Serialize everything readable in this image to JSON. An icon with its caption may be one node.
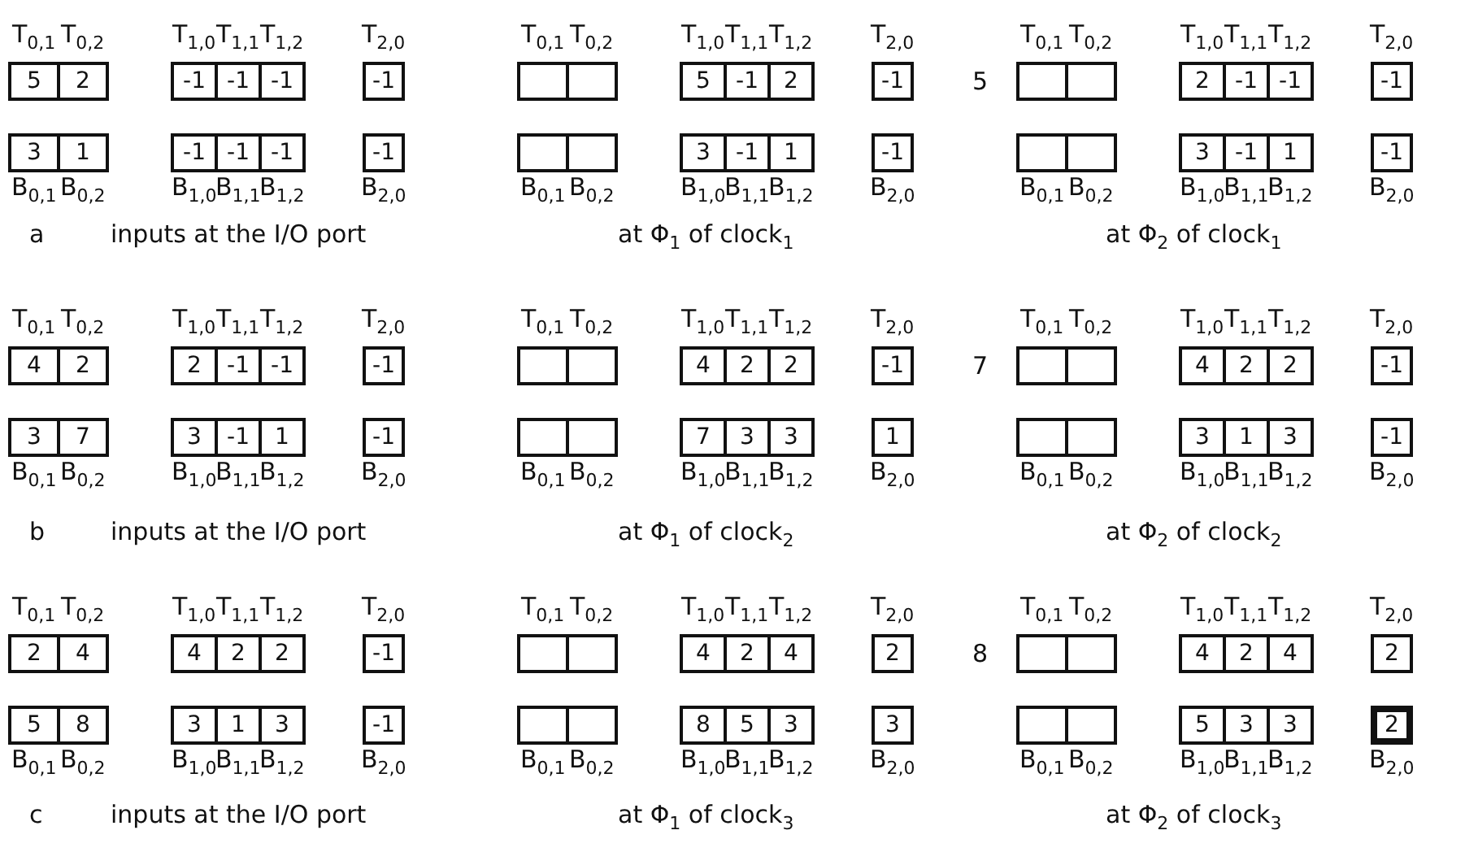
{
  "diagram": {
    "nodes": [
      {
        "text": [
          "5"
        ]
      },
      {
        "text": [
          "2"
        ]
      },
      {
        "text": [
          "-1"
        ]
      },
      {
        "text": [
          "-1"
        ]
      },
      {
        "text": [
          "-1"
        ]
      },
      {
        "text": [
          "-1"
        ]
      },
      {
        "text": [
          "3"
        ]
      },
      {
        "text": [
          "1"
        ]
      },
      {
        "text": [
          "-1"
        ]
      },
      {
        "text": [
          "-1"
        ]
      },
      {
        "text": [
          "-1"
        ]
      },
      {
        "text": [
          "-1"
        ]
      },
      {
        "text": [],
        "shape": "box"
      },
      {
        "text": [],
        "shape": "box"
      },
      {
        "text": [
          "5"
        ]
      },
      {
        "text": [
          "-1"
        ]
      },
      {
        "text": [
          "2"
        ]
      },
      {
        "text": [
          "-1"
        ]
      },
      {
        "text": [],
        "shape": "box"
      },
      {
        "text": [],
        "shape": "box"
      },
      {
        "text": [
          "3"
        ]
      },
      {
        "text": [
          "-1"
        ]
      },
      {
        "text": [
          "1"
        ]
      },
      {
        "text": [
          "-1"
        ]
      },
      {
        "text": [],
        "shape": "box"
      },
      {
        "text": [],
        "shape": "box"
      },
      {
        "text": [
          "2"
        ]
      },
      {
        "text": [
          "-1"
        ]
      },
      {
        "text": [
          "-1"
        ]
      },
      {
        "text": [
          "-1"
        ]
      },
      {
        "text": [],
        "shape": "box"
      },
      {
        "text": [],
        "shape": "box"
      },
      {
        "text": [
          "3"
        ]
      },
      {
        "text": [
          "-1"
        ]
      },
      {
        "text": [
          "1"
        ]
      },
      {
        "text": [
          "-1"
        ]
      },
      {
        "text": [
          "4"
        ]
      },
      {
        "text": [
          "2"
        ]
      },
      {
        "text": [
          "2"
        ]
      },
      {
        "text": [
          "-1"
        ]
      },
      {
        "text": [
          "-1"
        ]
      },
      {
        "text": [
          "-1"
        ]
      },
      {
        "text": [
          "3"
        ]
      },
      {
        "text": [
          "7"
        ]
      },
      {
        "text": [
          "3"
        ]
      },
      {
        "text": [
          "-1"
        ]
      },
      {
        "text": [
          "1"
        ]
      },
      {
        "text": [
          "-1"
        ]
      },
      {
        "text": [],
        "shape": "box"
      },
      {
        "text": [],
        "shape": "box"
      },
      {
        "text": [
          "4"
        ]
      },
      {
        "text": [
          "2"
        ]
      },
      {
        "text": [
          "2"
        ]
      },
      {
        "text": [
          "-1"
        ]
      },
      {
        "text": [],
        "shape": "box"
      },
      {
        "text": [],
        "shape": "box"
      },
      {
        "text": [
          "7"
        ]
      },
      {
        "text": [
          "3"
        ]
      },
      {
        "text": [
          "3"
        ]
      },
      {
        "text": [
          "1"
        ]
      },
      {
        "text": [],
        "shape": "box"
      },
      {
        "text": [],
        "shape": "box"
      },
      {
        "text": [
          "4"
        ]
      },
      {
        "text": [
          "2"
        ]
      },
      {
        "text": [
          "2"
        ]
      },
      {
        "text": [
          "-1"
        ]
      },
      {
        "text": [],
        "shape": "box"
      },
      {
        "text": [],
        "shape": "box"
      },
      {
        "text": [
          "3"
        ]
      },
      {
        "text": [
          "1"
        ]
      },
      {
        "text": [
          "3"
        ]
      },
      {
        "text": [
          "-1"
        ]
      },
      {
        "text": [
          "2"
        ]
      },
      {
        "text": [
          "4"
        ]
      },
      {
        "text": [
          "4"
        ]
      },
      {
        "text": [
          "2"
        ]
      },
      {
        "text": [
          "2"
        ]
      },
      {
        "text": [
          "-1"
        ]
      },
      {
        "text": [
          "5"
        ]
      },
      {
        "text": [
          "8"
        ]
      },
      {
        "text": [
          "3"
        ]
      },
      {
        "text": [
          "1"
        ]
      },
      {
        "text": [
          "3"
        ]
      },
      {
        "text": [
          "-1"
        ]
      },
      {
        "text": [],
        "shape": "box"
      },
      {
        "text": [],
        "shape": "box"
      },
      {
        "text": [
          "4"
        ]
      },
      {
        "text": [
          "2"
        ]
      },
      {
        "text": [
          "4"
        ]
      },
      {
        "text": [
          "2"
        ]
      },
      {
        "text": [],
        "shape": "box"
      },
      {
        "text": [],
        "shape": "box"
      },
      {
        "text": [
          "8"
        ]
      },
      {
        "text": [
          "5"
        ]
      },
      {
        "text": [
          "3"
        ]
      },
      {
        "text": [
          "3"
        ]
      },
      {
        "text": [],
        "shape": "box"
      },
      {
        "text": [],
        "shape": "box"
      },
      {
        "text": [
          "4"
        ]
      },
      {
        "text": [
          "2"
        ]
      },
      {
        "text": [
          "4"
        ]
      },
      {
        "text": [
          "2"
        ]
      },
      {
        "text": [],
        "shape": "box"
      },
      {
        "text": [],
        "shape": "box"
      },
      {
        "text": [
          "5"
        ]
      },
      {
        "text": [
          "3"
        ]
      },
      {
        "text": [
          "3"
        ]
      },
      {
        "text": [
          "2"
        ]
      }
    ],
    "labels": [
      "T$_{0,1}$",
      "T$_{0,2}$",
      "T$_{1,0}$",
      "T$_{1,1}$",
      "T$_{1,2}$",
      "T$_{2,0}$",
      "B$_{0,1}$",
      "B$_{0,2}$",
      "B$_{1,0}$",
      "B$_{1,1}$",
      "B$_{1,2}$",
      "B$_{2,0}$",
      "T$_{0,1}$",
      "T$_{0,2}$",
      "T$_{1,0}$",
      "T$_{1,1}$",
      "T$_{1,2}$",
      "T$_{2,0}$",
      "B$_{0,1}$",
      "B$_{0,2}$",
      "B$_{1,0}$",
      "B$_{1,1}$",
      "B$_{1,2}$",
      "B$_{2,0}$",
      "T$_{0,1}$",
      "T$_{0,2}$",
      "T$_{1,0}$",
      "T$_{1,1}$",
      "T$_{1,2}$",
      "T$_{2,0}$",
      "5",
      "B$_{0,1}$",
      "B$_{0,2}$",
      "B$_{1,0}$",
      "B$_{1,1}$",
      "B$_{1,2}$",
      "B$_{2,0}$",
      "a",
      "inputs at the I/O port",
      "at Φ$_{1}$ of clock$_{1}$",
      "at Φ$_{2}$ of clock$_{1}$",
      "T$_{0,1}$",
      "T$_{0,2}$",
      "T$_{1,0}$",
      "T$_{1,1}$",
      "T$_{1,2}$",
      "T$_{2,0}$",
      "B$_{0,1}$",
      "B$_{0,2}$",
      "B$_{1,0}$",
      "B$_{1,1}$",
      "B$_{1,2}$",
      "B$_{2,0}$",
      "T$_{0,1}$",
      "T$_{0,2}$",
      "T$_{1,0}$",
      "T$_{1,1}$",
      "T$_{1,2}$",
      "T$_{2,0}$",
      "B$_{0,1}$",
      "B$_{0,2}$",
      "B$_{1,0}$",
      "B$_{1,1}$",
      "B$_{1,2}$",
      "B$_{2,0}$",
      "T$_{0,1}$",
      "T$_{0,2}$",
      "T$_{1,0}$",
      "T$_{1,1}$",
      "T$_{1,2}$",
      "T$_{2,0}$",
      "7",
      "B$_{0,1}$",
      "B$_{0,2}$",
      "B$_{1,0}$",
      "B$_{1,1}$",
      "B$_{1,2}$",
      "B$_{2,0}$",
      "b",
      "inputs at the I/O port",
      "at Φ$_{1}$ of clock$_{2}$",
      "at Φ$_{2}$ of clock$_{2}$",
      "T$_{0,1}$",
      "T$_{0,2}$",
      "T$_{1,0}$",
      "T$_{1,1}$",
      "T$_{1,2}$",
      "T$_{2,0}$",
      "B$_{0,1}$",
      "B$_{0,2}$",
      "B$_{1,0}$",
      "B$_{1,1}$",
      "B$_{1,2}$",
      "B$_{2,0}$",
      "T$_{0,1}$",
      "T$_{0,2}$",
      "T$_{1,0}$",
      "T$_{1,1}$",
      "T$_{1,2}$",
      "T$_{2,0}$",
      "B$_{0,1}$",
      "B$_{0,2}$",
      "B$_{1,0}$",
      "B$_{1,1}$",
      "B$_{1,2}$",
      "B$_{2,0}$",
      "T$_{0,1}$",
      "T$_{0,2}$",
      "T$_{1,0}$",
      "T$_{1,1}$",
      "T$_{1,2}$",
      "T$_{2,0}$",
      "8",
      "B$_{0,1}$",
      "B$_{0,2}$",
      "B$_{1,0}$",
      "B$_{1,1}$",
      "B$_{1,2}$",
      "B$_{2,0}$",
      "c",
      "inputs at the I/O port",
      "at Φ$_{1}$ of clock$_{3}$",
      "at Φ$_{2}$ of clock$_{3}$"
    ]
  }
}
